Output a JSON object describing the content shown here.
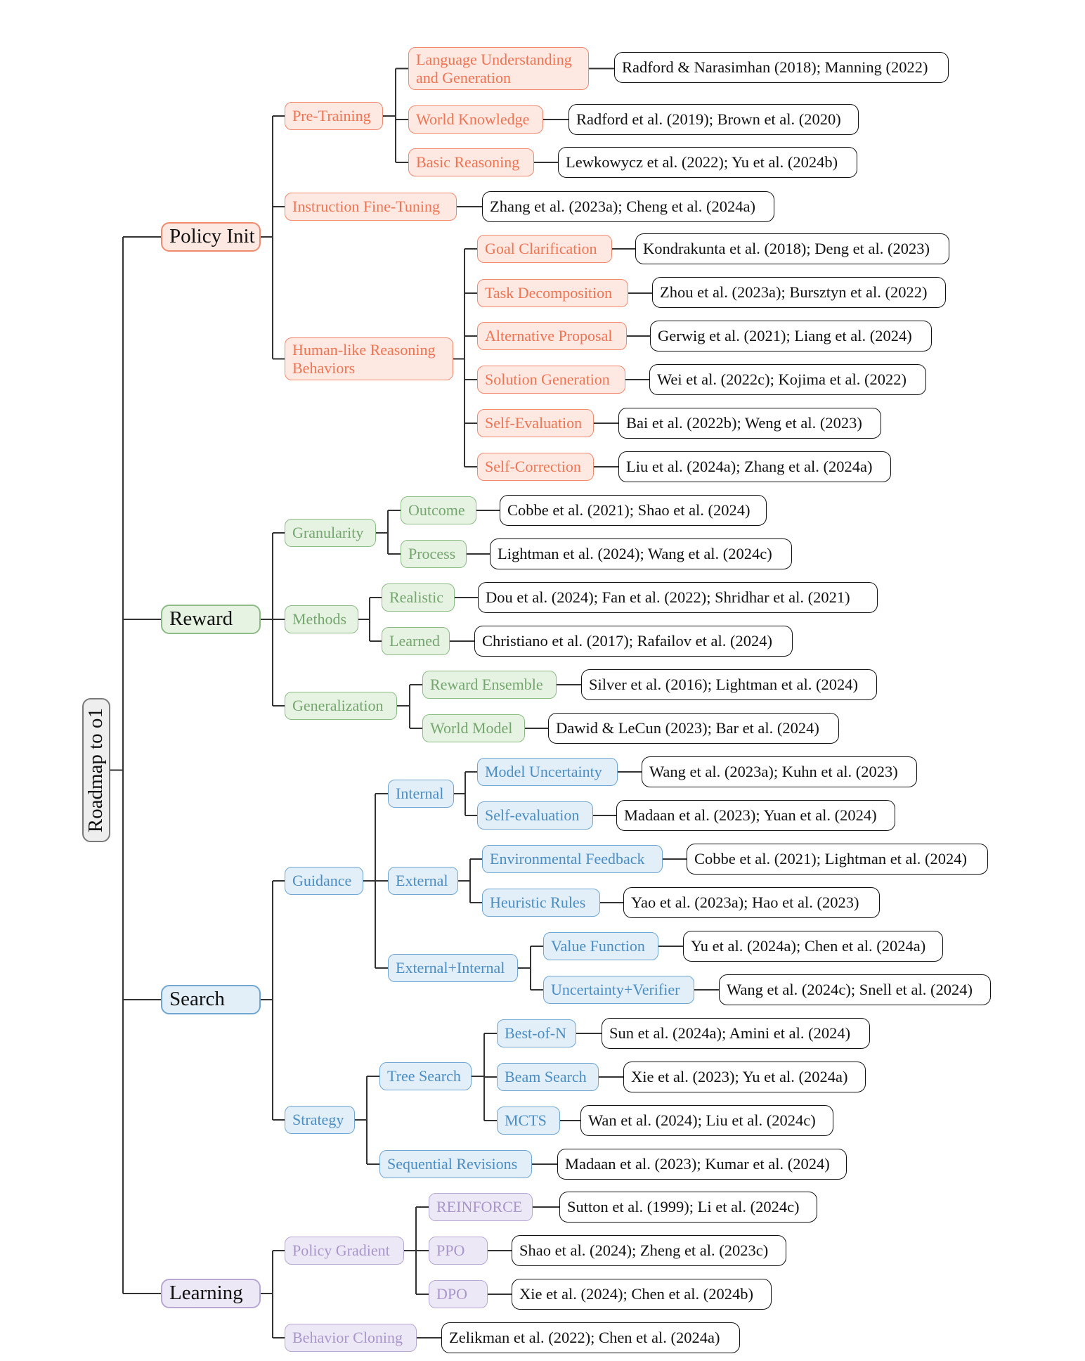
{
  "colors": {
    "policy": {
      "fill": "#fde8e2",
      "border": "#f08a6e",
      "text": "#f07452"
    },
    "reward": {
      "fill": "#e6f2e2",
      "border": "#8cbb86",
      "text": "#74a66e"
    },
    "search": {
      "fill": "#e2eef8",
      "border": "#6fa6d2",
      "text": "#4a8ec4"
    },
    "learning": {
      "fill": "#ede8f5",
      "border": "#b7a7d3",
      "text": "#a996cc"
    },
    "root_fill": "#eeeeee",
    "line": "#333333"
  },
  "root": {
    "label": "Roadmap to o1"
  },
  "policy": {
    "label": "Policy Init",
    "pre_training": {
      "label": "Pre-Training",
      "language": {
        "label": "Language Understanding and Generation",
        "ref": "Radford & Narasimhan (2018); Manning (2022)"
      },
      "world_knowledge": {
        "label": "World Knowledge",
        "ref": "Radford et al. (2019); Brown et al. (2020)"
      },
      "basic_reasoning": {
        "label": "Basic Reasoning",
        "ref": "Lewkowycz et al. (2022); Yu et al. (2024b)"
      }
    },
    "instruction_ft": {
      "label": "Instruction Fine-Tuning",
      "ref": "Zhang et al. (2023a); Cheng et al. (2024a)"
    },
    "human_like": {
      "label": "Human-like Reasoning Behaviors",
      "goal_clarification": {
        "label": "Goal Clarification",
        "ref": "Kondrakunta et al. (2018); Deng et al. (2023)"
      },
      "task_decomposition": {
        "label": "Task Decomposition",
        "ref": "Zhou et al. (2023a); Bursztyn et al. (2022)"
      },
      "alternative_proposal": {
        "label": "Alternative Proposal",
        "ref": "Gerwig et al. (2021); Liang et al. (2024)"
      },
      "solution_generation": {
        "label": "Solution Generation",
        "ref": "Wei et al. (2022c); Kojima et al. (2022)"
      },
      "self_evaluation": {
        "label": "Self-Evaluation",
        "ref": "Bai et al. (2022b); Weng et al. (2023)"
      },
      "self_correction": {
        "label": "Self-Correction",
        "ref": "Liu et al. (2024a); Zhang et al. (2024a)"
      }
    }
  },
  "reward": {
    "label": "Reward",
    "granularity": {
      "label": "Granularity",
      "outcome": {
        "label": "Outcome",
        "ref": "Cobbe et al. (2021); Shao et al. (2024)"
      },
      "process": {
        "label": "Process",
        "ref": "Lightman et al. (2024); Wang et al. (2024c)"
      }
    },
    "methods": {
      "label": "Methods",
      "realistic": {
        "label": "Realistic",
        "ref": "Dou et al. (2024); Fan et al. (2022); Shridhar et al. (2021)"
      },
      "learned": {
        "label": "Learned",
        "ref": "Christiano et al. (2017); Rafailov et al. (2024)"
      }
    },
    "generalization": {
      "label": "Generalization",
      "reward_ensemble": {
        "label": "Reward Ensemble",
        "ref": "Silver et al. (2016); Lightman et al. (2024)"
      },
      "world_model": {
        "label": "World Model",
        "ref": "Dawid & LeCun (2023); Bar et al. (2024)"
      }
    }
  },
  "search": {
    "label": "Search",
    "guidance": {
      "label": "Guidance",
      "internal": {
        "label": "Internal",
        "model_uncertainty": {
          "label": "Model Uncertainty",
          "ref": "Wang et al. (2023a); Kuhn et al. (2023)"
        },
        "self_evaluation": {
          "label": "Self-evaluation",
          "ref": "Madaan et al. (2023); Yuan et al. (2024)"
        }
      },
      "external": {
        "label": "External",
        "environmental_feedback": {
          "label": "Environmental Feedback",
          "ref": "Cobbe et al. (2021); Lightman et al. (2024)"
        },
        "heuristic_rules": {
          "label": "Heuristic Rules",
          "ref": "Yao et al. (2023a); Hao et al. (2023)"
        }
      },
      "external_internal": {
        "label": "External+Internal",
        "value_function": {
          "label": "Value Function",
          "ref": "Yu et al. (2024a); Chen et al. (2024a)"
        },
        "uncertainty_verifier": {
          "label": "Uncertainty+Verifier",
          "ref": "Wang et al. (2024c); Snell et al. (2024)"
        }
      }
    },
    "strategy": {
      "label": "Strategy",
      "tree_search": {
        "label": "Tree Search",
        "best_of_n": {
          "label": "Best-of-N",
          "ref": "Sun et al. (2024a); Amini et al. (2024)"
        },
        "beam_search": {
          "label": "Beam Search",
          "ref": "Xie et al. (2023); Yu et al. (2024a)"
        },
        "mcts": {
          "label": "MCTS",
          "ref": "Wan et al. (2024); Liu et al. (2024c)"
        }
      },
      "sequential_revisions": {
        "label": "Sequential Revisions",
        "ref": "Madaan et al. (2023); Kumar et al. (2024)"
      }
    }
  },
  "learning": {
    "label": "Learning",
    "policy_gradient": {
      "label": "Policy Gradient",
      "reinforce": {
        "label": "REINFORCE",
        "ref": "Sutton et al. (1999); Li et al. (2024c)"
      },
      "ppo": {
        "label": "PPO",
        "ref": "Shao et al. (2024); Zheng et al. (2023c)"
      },
      "dpo": {
        "label": "DPO",
        "ref": "Xie et al. (2024); Chen et al. (2024b)"
      }
    },
    "behavior_cloning": {
      "label": "Behavior Cloning",
      "ref": "Zelikman et al. (2022); Chen et al. (2024a)"
    }
  }
}
